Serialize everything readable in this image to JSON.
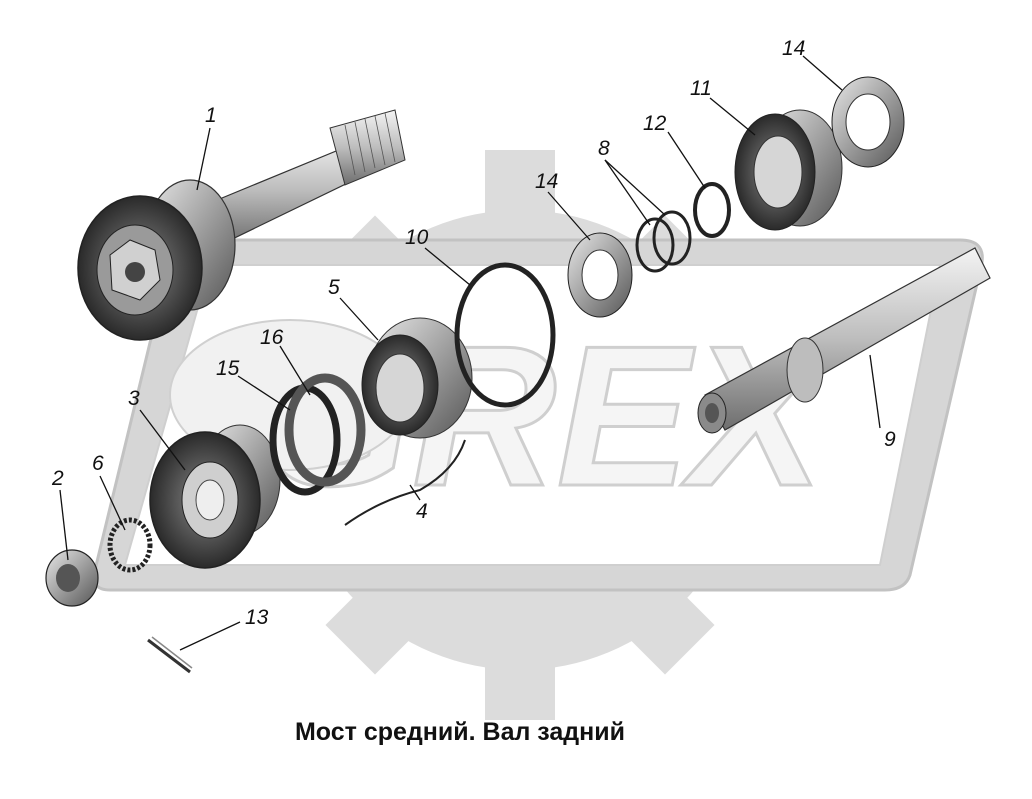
{
  "diagram": {
    "caption": "Мост средний. Вал задний",
    "watermark_text": "GREX",
    "parts": [
      {
        "id": "part-1",
        "label": "1"
      },
      {
        "id": "part-2",
        "label": "2"
      },
      {
        "id": "part-3",
        "label": "3"
      },
      {
        "id": "part-4",
        "label": "4"
      },
      {
        "id": "part-5",
        "label": "5"
      },
      {
        "id": "part-6",
        "label": "6"
      },
      {
        "id": "part-8",
        "label": "8"
      },
      {
        "id": "part-9",
        "label": "9"
      },
      {
        "id": "part-10",
        "label": "10"
      },
      {
        "id": "part-11",
        "label": "11"
      },
      {
        "id": "part-12",
        "label": "12"
      },
      {
        "id": "part-13",
        "label": "13"
      },
      {
        "id": "part-14a",
        "label": "14"
      },
      {
        "id": "part-14b",
        "label": "14"
      },
      {
        "id": "part-15",
        "label": "15"
      },
      {
        "id": "part-16",
        "label": "16"
      }
    ]
  }
}
